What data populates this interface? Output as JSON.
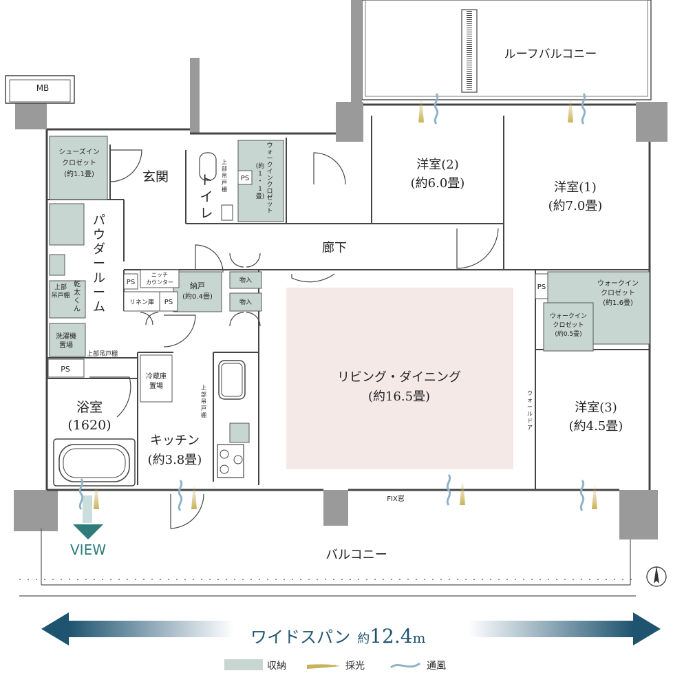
{
  "rooms": {
    "roof_balcony": "ルーフバルコニー",
    "mb": "MB",
    "shoe_closet": [
      "シューズイン",
      "クロゼット",
      "(約1.1畳)"
    ],
    "genkan": "玄関",
    "toilet": [
      "ト",
      "イ",
      "レ"
    ],
    "toilet_shelf": [
      "上",
      "部",
      "吊",
      "戸",
      "棚"
    ],
    "wic_small": [
      "ウ",
      "ォ",
      "ー",
      "ク",
      "イ",
      "ン",
      "ク",
      "ロ",
      "ゼ",
      "ッ",
      "ト"
    ],
    "wic_small_size": [
      "(約",
      "1",
      "・",
      "1",
      "畳)"
    ],
    "ps": "PS",
    "youshitsu2": [
      "洋室(2)",
      "(約6.0畳)"
    ],
    "youshitsu1": [
      "洋室(1)",
      "(約7.0畳)"
    ],
    "roka": "廊下",
    "powder": [
      "パ",
      "ウ",
      "ダ",
      "ー",
      "ル",
      "ー",
      "ム"
    ],
    "dryer": [
      "乾",
      "太",
      "く",
      "ん"
    ],
    "upper_shelf_small": [
      "上部",
      "吊戸棚"
    ],
    "washer": [
      "洗濯機",
      "置場"
    ],
    "upper_shelf": "上部吊戸棚",
    "niche": [
      "ニッチ",
      "カウンター"
    ],
    "linen": "リネン庫",
    "nando": [
      "納戸",
      "(約0.4畳)"
    ],
    "monoire": "物入",
    "living": [
      "リビング・ダイニング",
      "(約16.5畳)"
    ],
    "wic16": [
      "ウォークイン",
      "クロゼット",
      "(約1.6畳)"
    ],
    "wic05": [
      "ウォークイン",
      "クロゼット",
      "(約0.5畳)"
    ],
    "walldoor": [
      "ウ",
      "ォ",
      "ー",
      "ル",
      "ド",
      "ア"
    ],
    "youshitsu3": [
      "洋室(3)",
      "(約4.5畳)"
    ],
    "fridge": [
      "冷蔵庫",
      "置場"
    ],
    "kitchen_shelf": [
      "上",
      "部",
      "吊",
      "戸",
      "棚"
    ],
    "kitchen": [
      "キッチン",
      "(約3.8畳)"
    ],
    "bath": [
      "浴室",
      "(1620)"
    ],
    "fix": "FIX窓",
    "view": "VIEW",
    "balcony": "バルコニー"
  },
  "span": {
    "label": "ワイドスパン",
    "approx": "約",
    "value": "12.4",
    "unit": "m"
  },
  "legend": [
    {
      "label": "収納",
      "kind": "storage"
    },
    {
      "label": "採光",
      "kind": "light"
    },
    {
      "label": "通風",
      "kind": "wind"
    }
  ],
  "colors": {
    "wall": "#9a9a9a",
    "storage": "#c8d6d2",
    "living_fill": "#f5e9e8",
    "arrow": "#1f5470",
    "view": "#2e7b7b",
    "light": "#c9b25a",
    "wind": "#8fb3c9"
  }
}
